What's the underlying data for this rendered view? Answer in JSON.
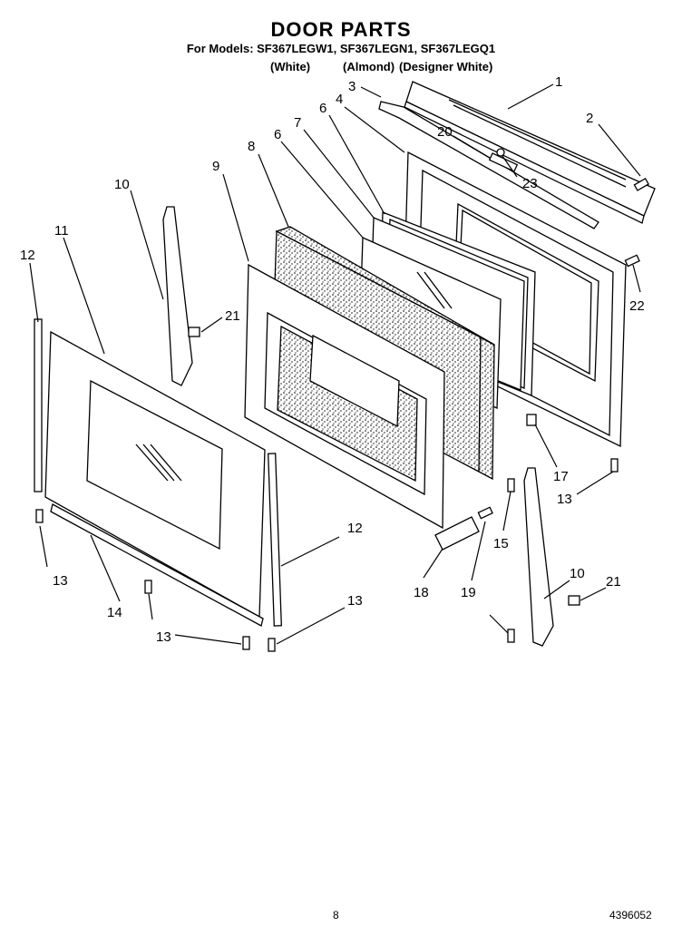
{
  "header": {
    "title": "DOOR PARTS",
    "models_line": "For Models: SF367LEGW1, SF367LEGN1, SF367LEGQ1",
    "variants": [
      "(White)",
      "(Almond)",
      "(Designer White)"
    ]
  },
  "callouts": [
    "1",
    "2",
    "3",
    "4",
    "6",
    "7",
    "6",
    "8",
    "9",
    "10",
    "11",
    "12",
    "20",
    "23",
    "21",
    "22",
    "17",
    "13",
    "15",
    "13",
    "14",
    "13",
    "12",
    "13",
    "18",
    "19",
    "10",
    "21"
  ],
  "footer": {
    "page_number": "8",
    "document_number": "4396052"
  }
}
